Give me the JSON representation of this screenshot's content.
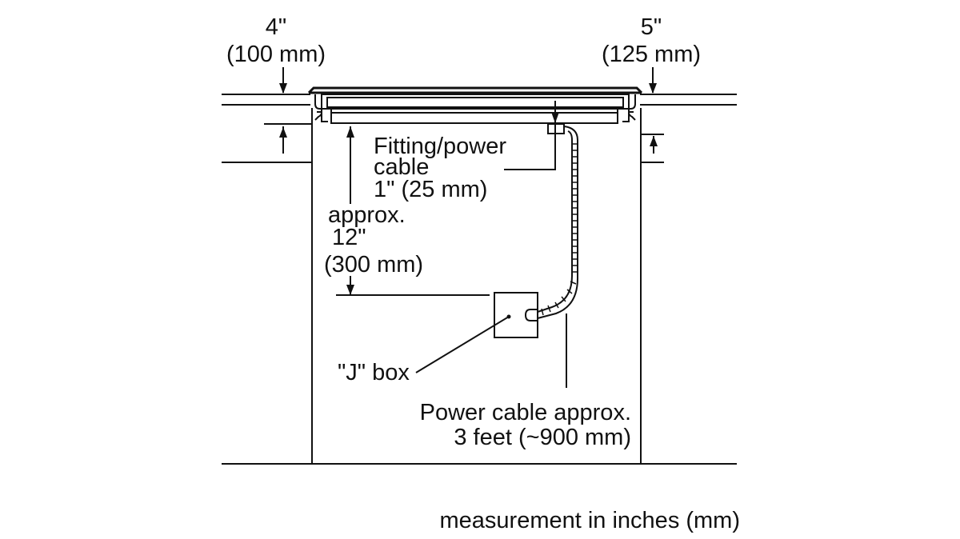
{
  "labels": {
    "left_clearance_in": "4\"",
    "left_clearance_mm": "(100 mm)",
    "right_clearance_in": "5\"",
    "right_clearance_mm": "(125 mm)",
    "fitting_line1": "Fitting/power",
    "fitting_line2": "cable",
    "fitting_line3": "1\" (25 mm)",
    "approx_line1": "approx.",
    "approx_line2": "12\"",
    "approx_line3": "(300 mm)",
    "jbox": "\"J\" box",
    "power_cable_line1": "Power cable approx.",
    "power_cable_line2": "3 feet (~900 mm)",
    "footer": "measurement in inches (mm)"
  },
  "colors": {
    "line": "#111111",
    "background": "#ffffff"
  }
}
